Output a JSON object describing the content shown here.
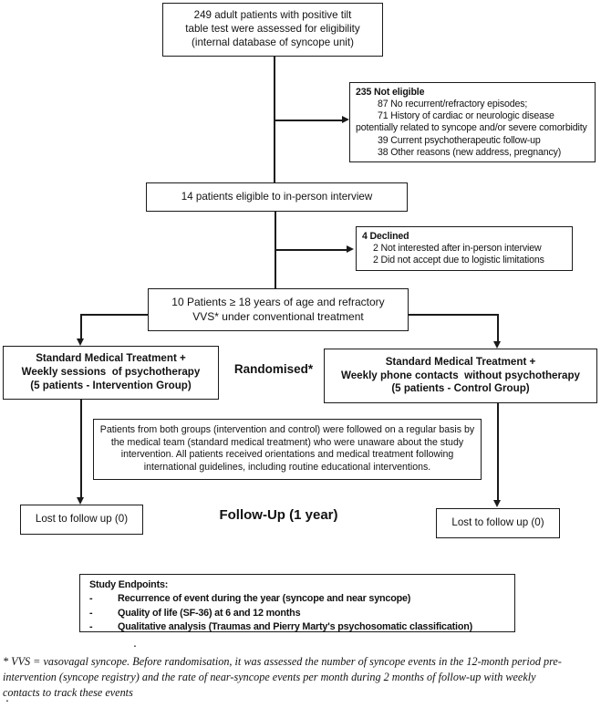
{
  "figure": {
    "background": "#ffffff",
    "ink": "#1a1a1a"
  },
  "boxes": {
    "assessed": {
      "lines": [
        "249 adult patients with positive tilt",
        "table test were assessed for eligibility",
        "(internal database of syncope unit)"
      ]
    },
    "not_eligible": {
      "title": "235 Not eligible",
      "items": [
        "87 No recurrent/refractory episodes;",
        "71 History of cardiac or neurologic disease",
        "potentially related to syncope and/or severe comorbidity",
        "39 Current psychotherapeutic follow-up",
        "38 Other reasons (new address, pregnancy)"
      ]
    },
    "eligible": {
      "text": "14 patients eligible to in-person interview"
    },
    "declined": {
      "title": "4 Declined",
      "items": [
        "2 Not interested after in-person interview",
        "2 Did not accept due to logistic limitations"
      ]
    },
    "randomisable": {
      "lines": [
        "10 Patients ≥ 18 years of age and refractory",
        "VVS* under conventional treatment"
      ]
    },
    "intervention": {
      "lines": [
        "Standard Medical Treatment +",
        "Weekly sessions  of psychotherapy",
        "(5 patients - Intervention Group)"
      ]
    },
    "control": {
      "lines": [
        "Standard Medical Treatment +",
        "Weekly phone contacts  without psychotherapy",
        "(5 patients - Control Group)"
      ]
    },
    "followup_info": {
      "text": "Patients from both groups (intervention and control) were followed on a regular basis by the medical team (standard medical treatment) who were unaware about the study intervention. All patients received orientations and medical treatment following international guidelines, including routine educational interventions."
    },
    "lost_left": {
      "text": "Lost to follow up (0)"
    },
    "lost_right": {
      "text": "Lost to follow up (0)"
    },
    "endpoints": {
      "title": "Study Endpoints:",
      "bullet": "-",
      "items": [
        "Recurrence of event during the year (syncope and near syncope)",
        "Quality of life (SF-36) at 6 and 12 months",
        "Qualitative analysis (Traumas and Pierry Marty's psychosomatic classification)"
      ]
    }
  },
  "labels": {
    "randomised": "Randomised*",
    "followup": "Follow-Up (1 year)",
    "stray_dot_mid": ".",
    "stray_dot_bottom": "."
  },
  "footnote": {
    "lines": [
      "* VVS = vasovagal syncope. Before randomisation, it was assessed the number of syncope events in the 12-month period pre-",
      "intervention (syncope registry) and the rate of near-syncope events per month during 2 months of follow-up with weekly",
      "contacts to track these events"
    ]
  }
}
